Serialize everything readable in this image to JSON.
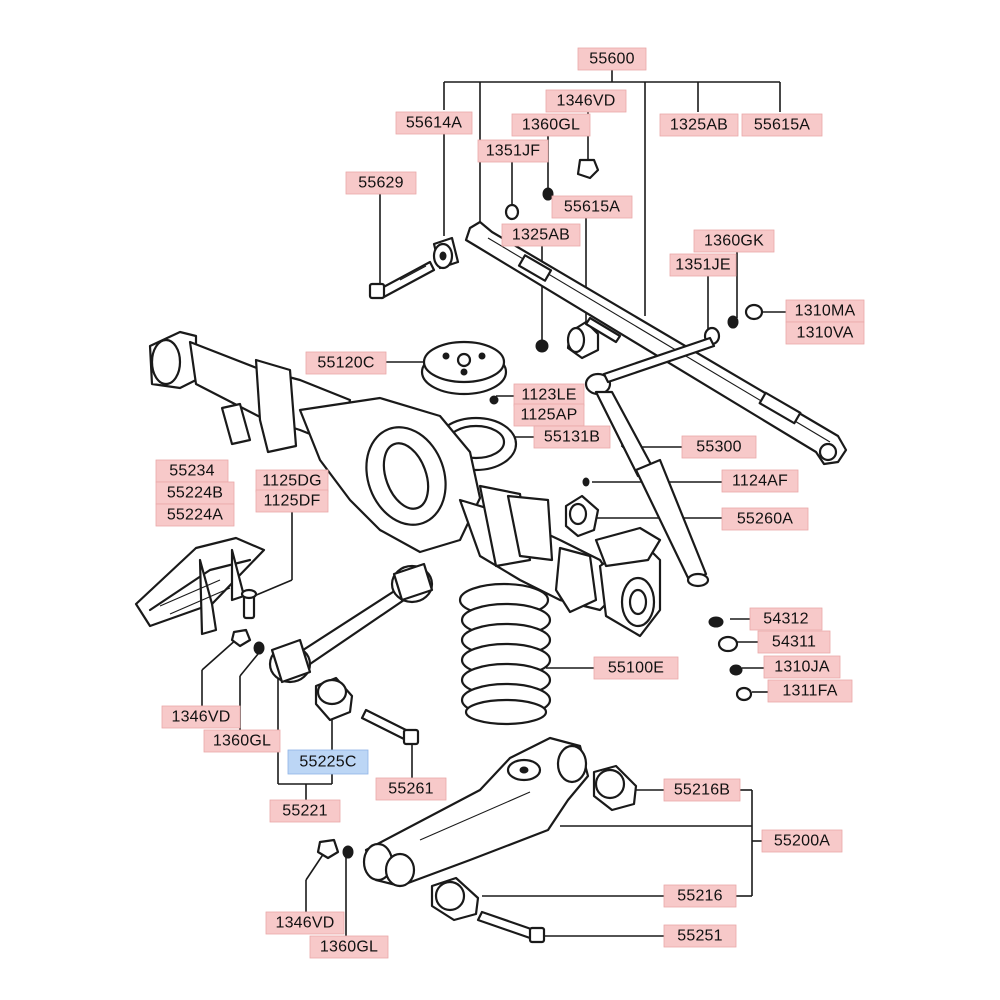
{
  "labels": [
    {
      "id": "l55600",
      "text": "55600"
    },
    {
      "id": "l1346VD_top",
      "text": "1346VD"
    },
    {
      "id": "l55614A",
      "text": "55614A"
    },
    {
      "id": "l1360GL_top",
      "text": "1360GL"
    },
    {
      "id": "l1325AB_top",
      "text": "1325AB"
    },
    {
      "id": "l55615A_top",
      "text": "55615A"
    },
    {
      "id": "l1351JF",
      "text": "1351JF"
    },
    {
      "id": "l55629",
      "text": "55629"
    },
    {
      "id": "l55615A_mid",
      "text": "55615A"
    },
    {
      "id": "l1325AB_mid",
      "text": "1325AB"
    },
    {
      "id": "l1360GK",
      "text": "1360GK"
    },
    {
      "id": "l1351JE",
      "text": "1351JE"
    },
    {
      "id": "l1310MA",
      "text": "1310MA"
    },
    {
      "id": "l1310VA",
      "text": "1310VA"
    },
    {
      "id": "l55120C",
      "text": "55120C"
    },
    {
      "id": "l1123LE",
      "text": "1123LE"
    },
    {
      "id": "l1125AP",
      "text": "1125AP"
    },
    {
      "id": "l55131B",
      "text": "55131B"
    },
    {
      "id": "l55300",
      "text": "55300"
    },
    {
      "id": "l55234",
      "text": "55234"
    },
    {
      "id": "l55224B",
      "text": "55224B"
    },
    {
      "id": "l55224A",
      "text": "55224A"
    },
    {
      "id": "l1125DG",
      "text": "1125DG"
    },
    {
      "id": "l1125DF",
      "text": "1125DF"
    },
    {
      "id": "l1124AF",
      "text": "1124AF"
    },
    {
      "id": "l55260A",
      "text": "55260A"
    },
    {
      "id": "l54312",
      "text": "54312"
    },
    {
      "id": "l54311",
      "text": "54311"
    },
    {
      "id": "l1310JA",
      "text": "1310JA"
    },
    {
      "id": "l1311FA",
      "text": "1311FA"
    },
    {
      "id": "l55100E",
      "text": "55100E"
    },
    {
      "id": "l1346VD_mid",
      "text": "1346VD"
    },
    {
      "id": "l1360GL_mid",
      "text": "1360GL"
    },
    {
      "id": "l55225C",
      "text": "55225C",
      "selected": true
    },
    {
      "id": "l55261",
      "text": "55261"
    },
    {
      "id": "l55221",
      "text": "55221"
    },
    {
      "id": "l55216B",
      "text": "55216B"
    },
    {
      "id": "l55200A",
      "text": "55200A"
    },
    {
      "id": "l55216",
      "text": "55216"
    },
    {
      "id": "l1346VD_bot",
      "text": "1346VD"
    },
    {
      "id": "l1360GL_bot",
      "text": "1360GL"
    },
    {
      "id": "l55251",
      "text": "55251"
    }
  ],
  "colors": {
    "label_fill": "#f7c9c9",
    "label_selected_fill": "#bcd6f5",
    "line": "#1a1a1a",
    "background": "#ffffff"
  }
}
